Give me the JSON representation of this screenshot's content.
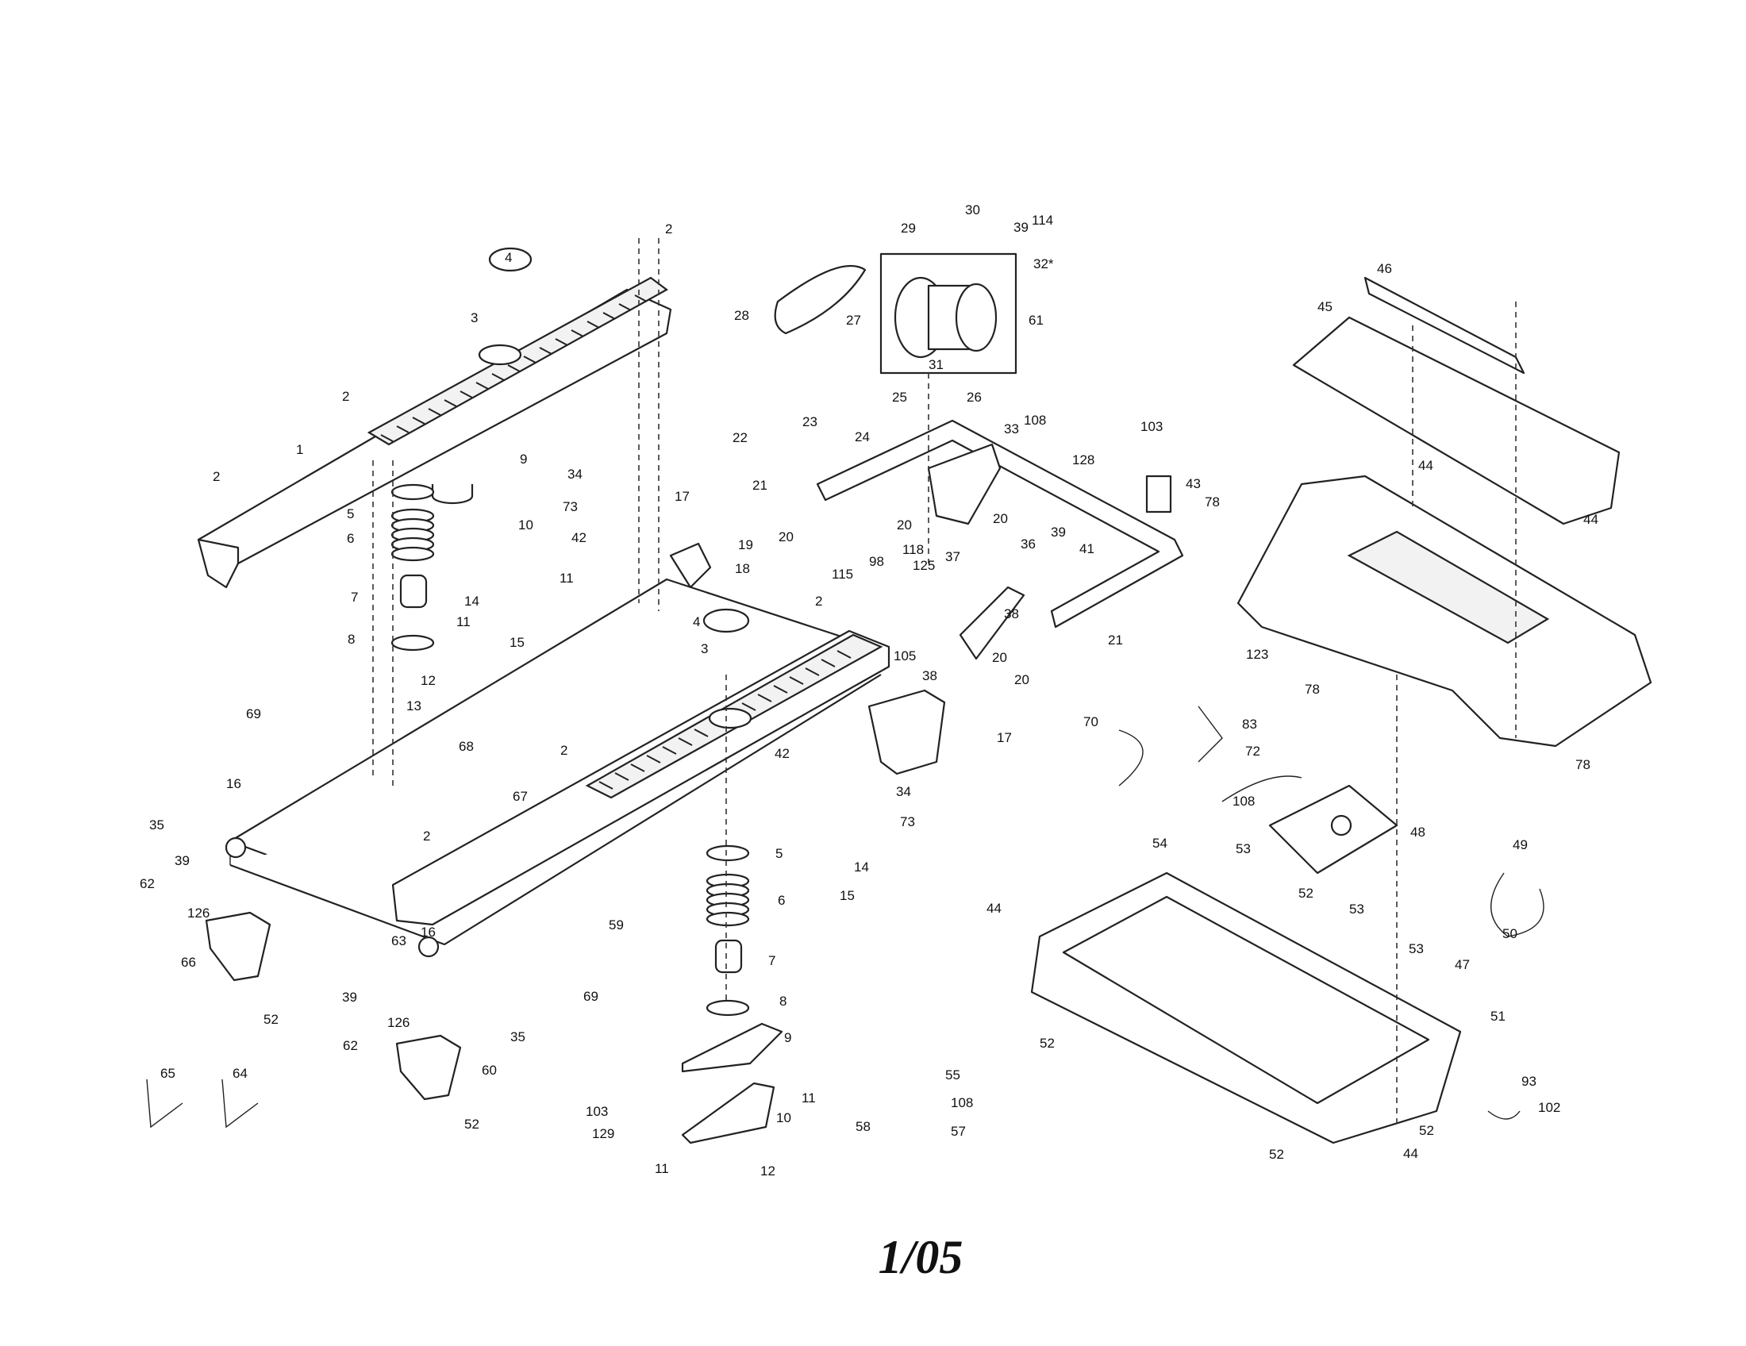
{
  "page_label": "1/05",
  "callouts": [
    {
      "id": "c2a",
      "text": "2"
    },
    {
      "id": "c4a",
      "text": "4"
    },
    {
      "id": "c3a",
      "text": "3"
    },
    {
      "id": "c2b",
      "text": "2"
    },
    {
      "id": "c2c",
      "text": "2"
    },
    {
      "id": "c1",
      "text": "1"
    },
    {
      "id": "c5a",
      "text": "5"
    },
    {
      "id": "c6a",
      "text": "6"
    },
    {
      "id": "c7a",
      "text": "7"
    },
    {
      "id": "c8a",
      "text": "8"
    },
    {
      "id": "c9a",
      "text": "9"
    },
    {
      "id": "c10a",
      "text": "10"
    },
    {
      "id": "c11a",
      "text": "11"
    },
    {
      "id": "c11b",
      "text": "11"
    },
    {
      "id": "c14a",
      "text": "14"
    },
    {
      "id": "c15a",
      "text": "15"
    },
    {
      "id": "c12a",
      "text": "12"
    },
    {
      "id": "c34a",
      "text": "34"
    },
    {
      "id": "c73a",
      "text": "73"
    },
    {
      "id": "c42a",
      "text": "42"
    },
    {
      "id": "c17a",
      "text": "17"
    },
    {
      "id": "c19",
      "text": "19"
    },
    {
      "id": "c18",
      "text": "18"
    },
    {
      "id": "c4b",
      "text": "4"
    },
    {
      "id": "c3b",
      "text": "3"
    },
    {
      "id": "c13",
      "text": "13"
    },
    {
      "id": "c69a",
      "text": "69"
    },
    {
      "id": "c68",
      "text": "68"
    },
    {
      "id": "c16a",
      "text": "16"
    },
    {
      "id": "c35a",
      "text": "35"
    },
    {
      "id": "c39a",
      "text": "39"
    },
    {
      "id": "c62a",
      "text": "62"
    },
    {
      "id": "c126a",
      "text": "126"
    },
    {
      "id": "c66",
      "text": "66"
    },
    {
      "id": "c52a",
      "text": "52"
    },
    {
      "id": "c65",
      "text": "65"
    },
    {
      "id": "c64",
      "text": "64"
    },
    {
      "id": "c2d",
      "text": "2"
    },
    {
      "id": "c67",
      "text": "67"
    },
    {
      "id": "c2e",
      "text": "2"
    },
    {
      "id": "c16b",
      "text": "16"
    },
    {
      "id": "c63",
      "text": "63"
    },
    {
      "id": "c59",
      "text": "59"
    },
    {
      "id": "c69b",
      "text": "69"
    },
    {
      "id": "c39b",
      "text": "39"
    },
    {
      "id": "c126b",
      "text": "126"
    },
    {
      "id": "c62b",
      "text": "62"
    },
    {
      "id": "c35b",
      "text": "35"
    },
    {
      "id": "c60",
      "text": "60"
    },
    {
      "id": "c52b",
      "text": "52"
    },
    {
      "id": "c103a",
      "text": "103"
    },
    {
      "id": "c129",
      "text": "129"
    },
    {
      "id": "c42b",
      "text": "42"
    },
    {
      "id": "c34b",
      "text": "34"
    },
    {
      "id": "c73b",
      "text": "73"
    },
    {
      "id": "c14b",
      "text": "14"
    },
    {
      "id": "c15b",
      "text": "15"
    },
    {
      "id": "c5b",
      "text": "5"
    },
    {
      "id": "c6b",
      "text": "6"
    },
    {
      "id": "c7b",
      "text": "7"
    },
    {
      "id": "c8b",
      "text": "8"
    },
    {
      "id": "c9b",
      "text": "9"
    },
    {
      "id": "c11c",
      "text": "11"
    },
    {
      "id": "c10b",
      "text": "10"
    },
    {
      "id": "c11d",
      "text": "11"
    },
    {
      "id": "c12b",
      "text": "12"
    },
    {
      "id": "c29",
      "text": "29"
    },
    {
      "id": "c30",
      "text": "30"
    },
    {
      "id": "c39c",
      "text": "39"
    },
    {
      "id": "c114",
      "text": "114"
    },
    {
      "id": "c32",
      "text": "32*"
    },
    {
      "id": "c28",
      "text": "28"
    },
    {
      "id": "c27",
      "text": "27"
    },
    {
      "id": "c61",
      "text": "61"
    },
    {
      "id": "c31",
      "text": "31"
    },
    {
      "id": "c25",
      "text": "25"
    },
    {
      "id": "c26",
      "text": "26"
    },
    {
      "id": "c23",
      "text": "23"
    },
    {
      "id": "c22",
      "text": "22"
    },
    {
      "id": "c24",
      "text": "24"
    },
    {
      "id": "c21a",
      "text": "21"
    },
    {
      "id": "c20a",
      "text": "20"
    },
    {
      "id": "c20b",
      "text": "20"
    },
    {
      "id": "c33",
      "text": "33"
    },
    {
      "id": "c108a",
      "text": "108"
    },
    {
      "id": "c128",
      "text": "128"
    },
    {
      "id": "c103b",
      "text": "103"
    },
    {
      "id": "c43",
      "text": "43"
    },
    {
      "id": "c20c",
      "text": "20"
    },
    {
      "id": "c36",
      "text": "36"
    },
    {
      "id": "c39d",
      "text": "39"
    },
    {
      "id": "c41",
      "text": "41"
    },
    {
      "id": "c118",
      "text": "118"
    },
    {
      "id": "c98",
      "text": "98"
    },
    {
      "id": "c125",
      "text": "125"
    },
    {
      "id": "c37",
      "text": "37"
    },
    {
      "id": "c115",
      "text": "115"
    },
    {
      "id": "c2f",
      "text": "2"
    },
    {
      "id": "c105",
      "text": "105"
    },
    {
      "id": "c38a",
      "text": "38"
    },
    {
      "id": "c38b",
      "text": "38"
    },
    {
      "id": "c20d",
      "text": "20"
    },
    {
      "id": "c21b",
      "text": "21"
    },
    {
      "id": "c20e",
      "text": "20"
    },
    {
      "id": "c17b",
      "text": "17"
    },
    {
      "id": "c46",
      "text": "46"
    },
    {
      "id": "c45",
      "text": "45"
    },
    {
      "id": "c44a",
      "text": "44"
    },
    {
      "id": "c78a",
      "text": "78"
    },
    {
      "id": "c44b",
      "text": "44"
    },
    {
      "id": "c123",
      "text": "123"
    },
    {
      "id": "c78b",
      "text": "78"
    },
    {
      "id": "c78c",
      "text": "78"
    },
    {
      "id": "c70",
      "text": "70"
    },
    {
      "id": "c83",
      "text": "83"
    },
    {
      "id": "c72",
      "text": "72"
    },
    {
      "id": "c108b",
      "text": "108"
    },
    {
      "id": "c48",
      "text": "48"
    },
    {
      "id": "c54",
      "text": "54"
    },
    {
      "id": "c53a",
      "text": "53"
    },
    {
      "id": "c44c",
      "text": "44"
    },
    {
      "id": "c52c",
      "text": "52"
    },
    {
      "id": "c53b",
      "text": "53"
    },
    {
      "id": "c49",
      "text": "49"
    },
    {
      "id": "c50",
      "text": "50"
    },
    {
      "id": "c53c",
      "text": "53"
    },
    {
      "id": "c47",
      "text": "47"
    },
    {
      "id": "c51",
      "text": "51"
    },
    {
      "id": "c52d",
      "text": "52"
    },
    {
      "id": "c93",
      "text": "93"
    },
    {
      "id": "c102",
      "text": "102"
    },
    {
      "id": "c52e",
      "text": "52"
    },
    {
      "id": "c52f",
      "text": "52"
    },
    {
      "id": "c44d",
      "text": "44"
    },
    {
      "id": "c55",
      "text": "55"
    },
    {
      "id": "c108c",
      "text": "108"
    },
    {
      "id": "c58",
      "text": "58"
    },
    {
      "id": "c57",
      "text": "57"
    }
  ]
}
